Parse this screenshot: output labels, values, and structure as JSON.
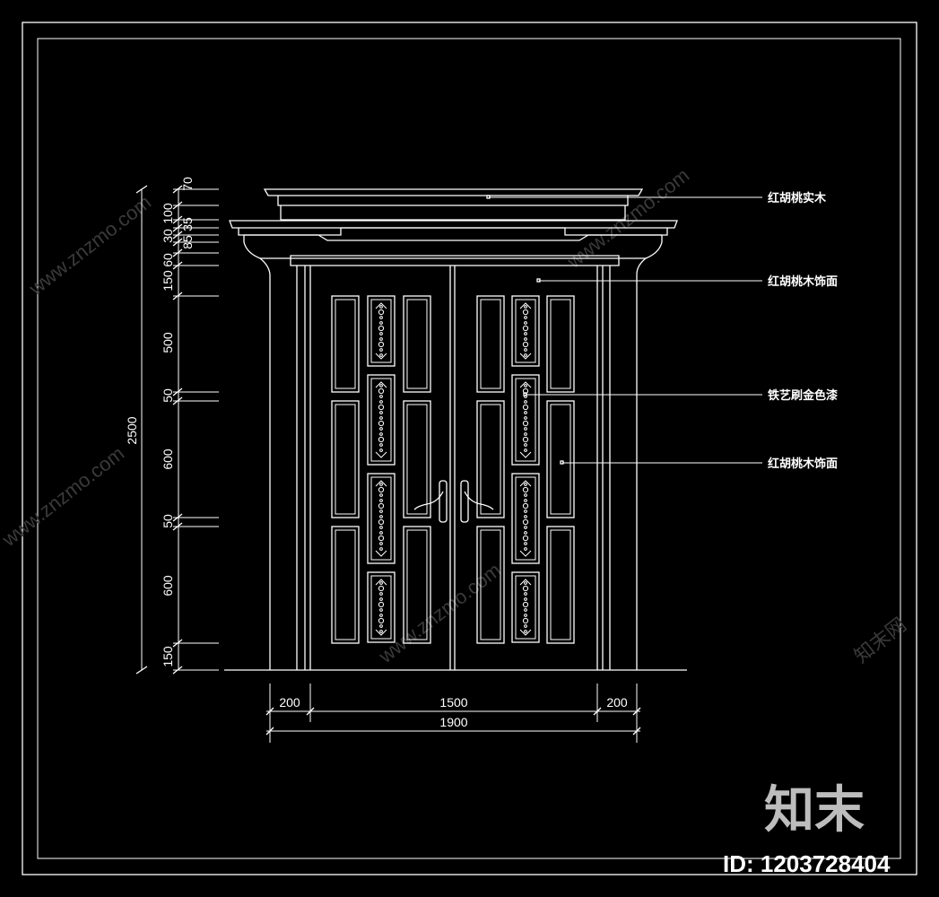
{
  "diagram": {
    "annotations": [
      "红胡桃实木",
      "红胡桃木饰面",
      "铁艺刷金色漆",
      "红胡桃木饰面"
    ],
    "vertical_dimensions": [
      "70",
      "100",
      "30",
      "85",
      "35",
      "60",
      "150",
      "500",
      "50",
      "600",
      "50",
      "600",
      "150"
    ],
    "overall_height": "2500",
    "horizontal_dimensions": [
      "200",
      "1500",
      "200"
    ],
    "overall_width": "1900"
  },
  "watermark": {
    "site": "www.znzmo.com",
    "brand": "知末网",
    "logo_text": "知末",
    "id_label": "ID: 1203728404"
  }
}
